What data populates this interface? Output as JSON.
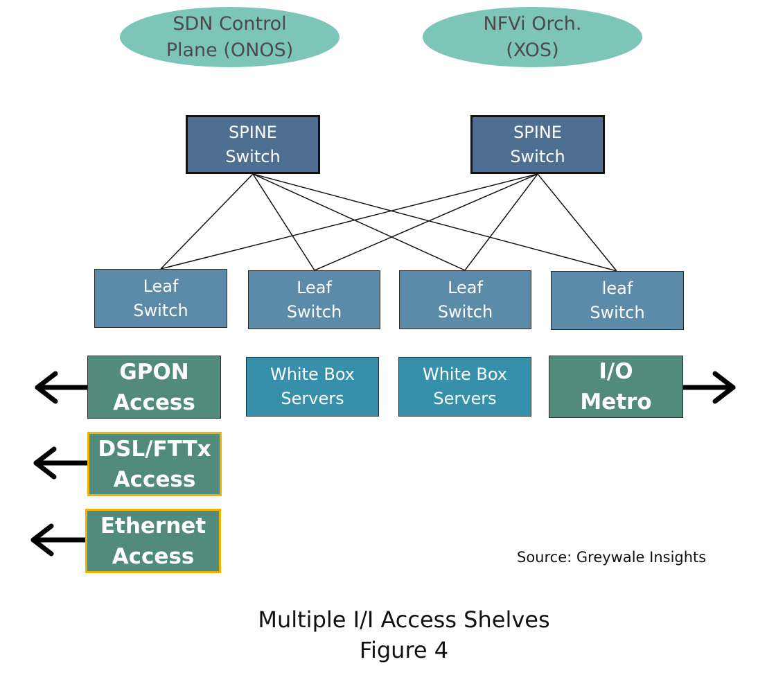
{
  "controllers": {
    "sdn": {
      "line1": "SDN Control",
      "line2": "Plane (ONOS)"
    },
    "nfvi": {
      "line1": "NFVi Orch.",
      "line2": "(XOS)"
    }
  },
  "spines": [
    {
      "line1": "SPINE",
      "line2": "Switch"
    },
    {
      "line1": "SPINE",
      "line2": "Switch"
    }
  ],
  "leaves": [
    {
      "line1": "Leaf",
      "line2": "Switch"
    },
    {
      "line1": "Leaf",
      "line2": "Switch"
    },
    {
      "line1": "Leaf",
      "line2": "Switch"
    },
    {
      "line1": "leaf",
      "line2": "Switch"
    }
  ],
  "shelves": {
    "gpon": {
      "line1": "GPON",
      "line2": "Access"
    },
    "server1": {
      "line1": "White Box",
      "line2": "Servers"
    },
    "server2": {
      "line1": "White Box",
      "line2": "Servers"
    },
    "io": {
      "line1": "I/O",
      "line2": "Metro"
    },
    "dsl": {
      "line1": "DSL/FTTx",
      "line2": "Access"
    },
    "ethernet": {
      "line1": "Ethernet",
      "line2": "Access"
    }
  },
  "source": "Source: Greywale Insights",
  "caption": {
    "line1": "Multiple I/I Access Shelves",
    "line2": "Figure 4"
  },
  "colors": {
    "ellipse": "#7ec5b9",
    "spine": "#4e6f91",
    "leaf": "#5b8ba8",
    "server": "#3790ab",
    "shelf": "#528a7c",
    "highlight_border": "#f0b400"
  }
}
